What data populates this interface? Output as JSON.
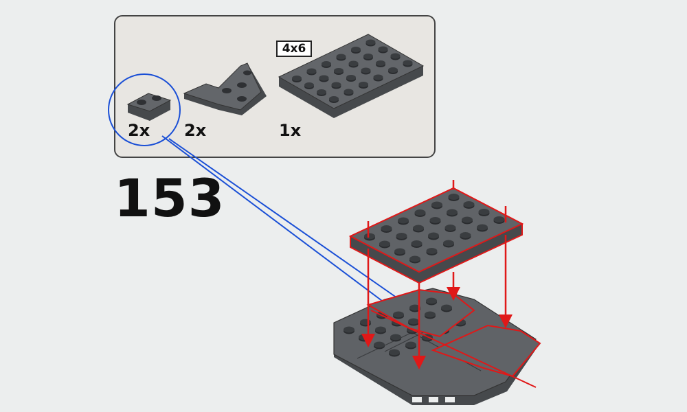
{
  "parts_panel": {
    "items": [
      {
        "name": "1x2 plate",
        "qty": "2x"
      },
      {
        "name": "wedge plate",
        "qty": "2x"
      },
      {
        "name": "4x6 plate",
        "qty": "1x",
        "size_label": "4x6"
      }
    ]
  },
  "step_number": "153",
  "colors": {
    "brick": "#5b5e62",
    "brick_top": "#6a6d71",
    "brick_side": "#46494c",
    "highlight": "#e01818",
    "callout": "#1a4fd6",
    "panel_bg": "#e8e6e2",
    "page_bg": "#eceeee"
  }
}
